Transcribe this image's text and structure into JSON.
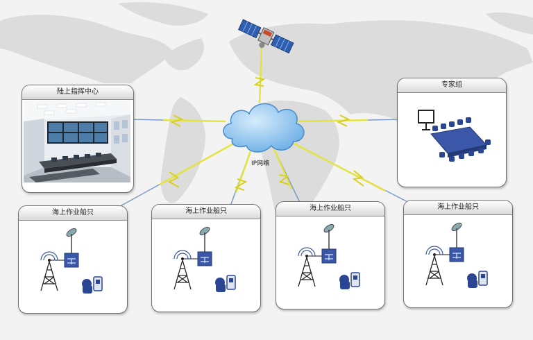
{
  "land_center": {
    "title": "陆上指挥中心"
  },
  "expert_group": {
    "title": "专家组"
  },
  "network": {
    "label": "IP网络"
  },
  "ships": [
    {
      "title": "海上作业船只"
    },
    {
      "title": "海上作业船只"
    },
    {
      "title": "海上作业船只"
    },
    {
      "title": "海上作业船只"
    }
  ],
  "colors": {
    "background": "#f3f3f3",
    "map_land": "#dcdcdc",
    "cloud": "#8fc4ef",
    "link_yellow": "#e8e84a",
    "link_blue": "#7d9bc9",
    "equipment_blue": "#3b58a8",
    "panel_border": "#6f6f6f"
  },
  "icons": [
    "satellite-icon",
    "cloud-icon",
    "lightning-icon",
    "radio-tower-icon",
    "satellite-dish-icon",
    "network-switch-icon",
    "handset-icon",
    "meeting-table-icon",
    "projector-screen-icon"
  ]
}
